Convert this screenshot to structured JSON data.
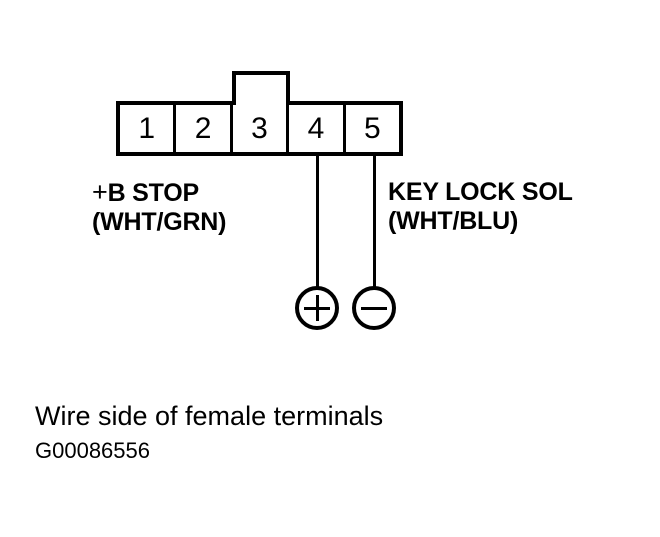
{
  "diagram": {
    "connector": {
      "terminal_count": 5,
      "terminals": [
        {
          "number": "1"
        },
        {
          "number": "2"
        },
        {
          "number": "3"
        },
        {
          "number": "4"
        },
        {
          "number": "5"
        }
      ],
      "lock_tab_over_terminal": "3"
    },
    "wire_labels": [
      {
        "plus_prefix": "+",
        "name": "B STOP",
        "color_code": "(WHT/GRN)",
        "terminal": "4"
      },
      {
        "plus_prefix": "",
        "name": "KEY LOCK SOL",
        "color_code": "(WHT/BLU)",
        "terminal": "5"
      }
    ],
    "test_points": [
      {
        "polarity": "plus",
        "symbol": "+",
        "terminal": "4"
      },
      {
        "polarity": "minus",
        "symbol": "−",
        "terminal": "5"
      }
    ],
    "caption": "Wire side of female terminals",
    "figure_id": "G00086556",
    "colors": {
      "line": "#000000",
      "background": "#ffffff"
    }
  }
}
